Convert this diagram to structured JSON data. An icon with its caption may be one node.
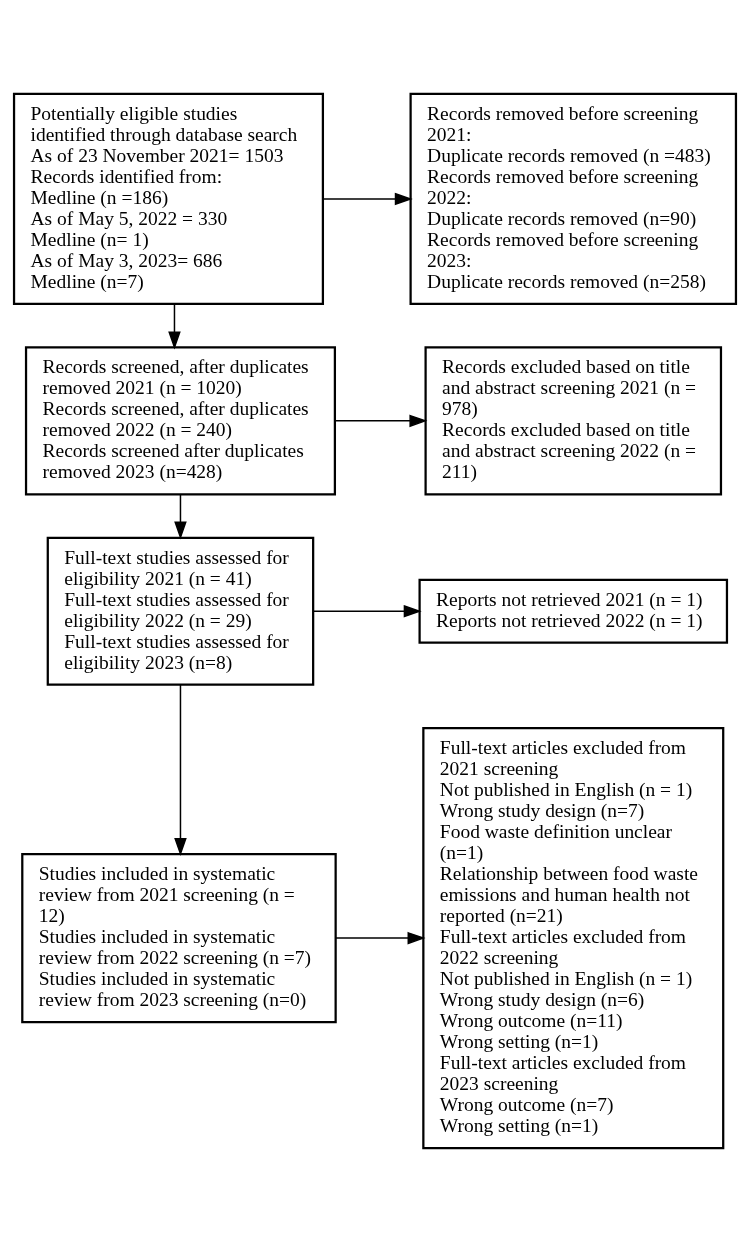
{
  "diagram": {
    "nodes": [
      {
        "text": [
          "Potentially eligible studies identified through database search",
          "As of 23 November 2021= 1503",
          "Records identified from:",
          "Medline (n =186)",
          "As of May 5, 2022 = 330",
          "Medline (n= 1)",
          "As of May 3, 2023= 686",
          "Medline (n=7)"
        ]
      },
      {
        "text": [
          "Records removed before screening 2021:",
          "Duplicate records removed (n =483)",
          "Records removed before screening 2022:",
          "Duplicate records removed (n=90)",
          "Records removed before screening 2023:",
          "Duplicate records removed (n=258)"
        ]
      },
      {
        "text": [
          "Records excluded based on title and abstract screening 2021 (n = 978)",
          "Records excluded based on title and abstract screening 2022 (n = 211)"
        ]
      },
      {
        "text": [
          "Records screened, after duplicates removed 2021 (n = 1020)",
          "Records screened, after duplicates removed 2022 (n = 240)",
          "Records screened after duplicates removed 2023 (n=428)"
        ]
      },
      {
        "text": [
          "Reports not retrieved 2021 (n = 1)",
          "Reports not retrieved 2022 (n = 1)"
        ]
      },
      {
        "text": [
          "Full-text studies assessed for eligibility 2021 (n = 41)",
          "Full-text studies assessed for eligibility 2022 (n = 29)",
          "Full-text studies assessed for eligibility 2023 (n=8)"
        ]
      },
      {
        "text": [
          "Full-text articles excluded from 2021 screening",
          "Not published in English (n = 1)",
          "Wrong study design (n=7)",
          "Food waste definition unclear (n=1)",
          "Relationship between food waste emissions and human health not reported (n=21)",
          "Full-text articles excluded from 2022 screening",
          "Not published in English (n = 1)",
          "Wrong study design (n=6)",
          "Wrong outcome (n=11)",
          "Wrong setting (n=1)",
          "Full-text articles excluded from 2023 screening",
          "Wrong outcome (n=7)",
          "Wrong setting (n=1)"
        ]
      },
      {
        "text": [
          "Studies included in systematic review from 2021 screening (n = 12)",
          "Studies included in systematic review from 2022 screening (n =7)",
          "Studies included in systematic review from 2023 screening (n=0)"
        ]
      }
    ],
    "edges": [
      {
        "from": 0,
        "to": 1,
        "arrow": "to"
      },
      {
        "from": 0,
        "to": 3,
        "arrow": "to"
      },
      {
        "from": 3,
        "to": 2,
        "arrow": "to"
      },
      {
        "from": 3,
        "to": 5,
        "arrow": "to"
      },
      {
        "from": 5,
        "to": 4,
        "arrow": "to"
      },
      {
        "from": 5,
        "to": 7,
        "arrow": "to"
      },
      {
        "from": 7,
        "to": 6,
        "arrow": "to"
      }
    ]
  }
}
